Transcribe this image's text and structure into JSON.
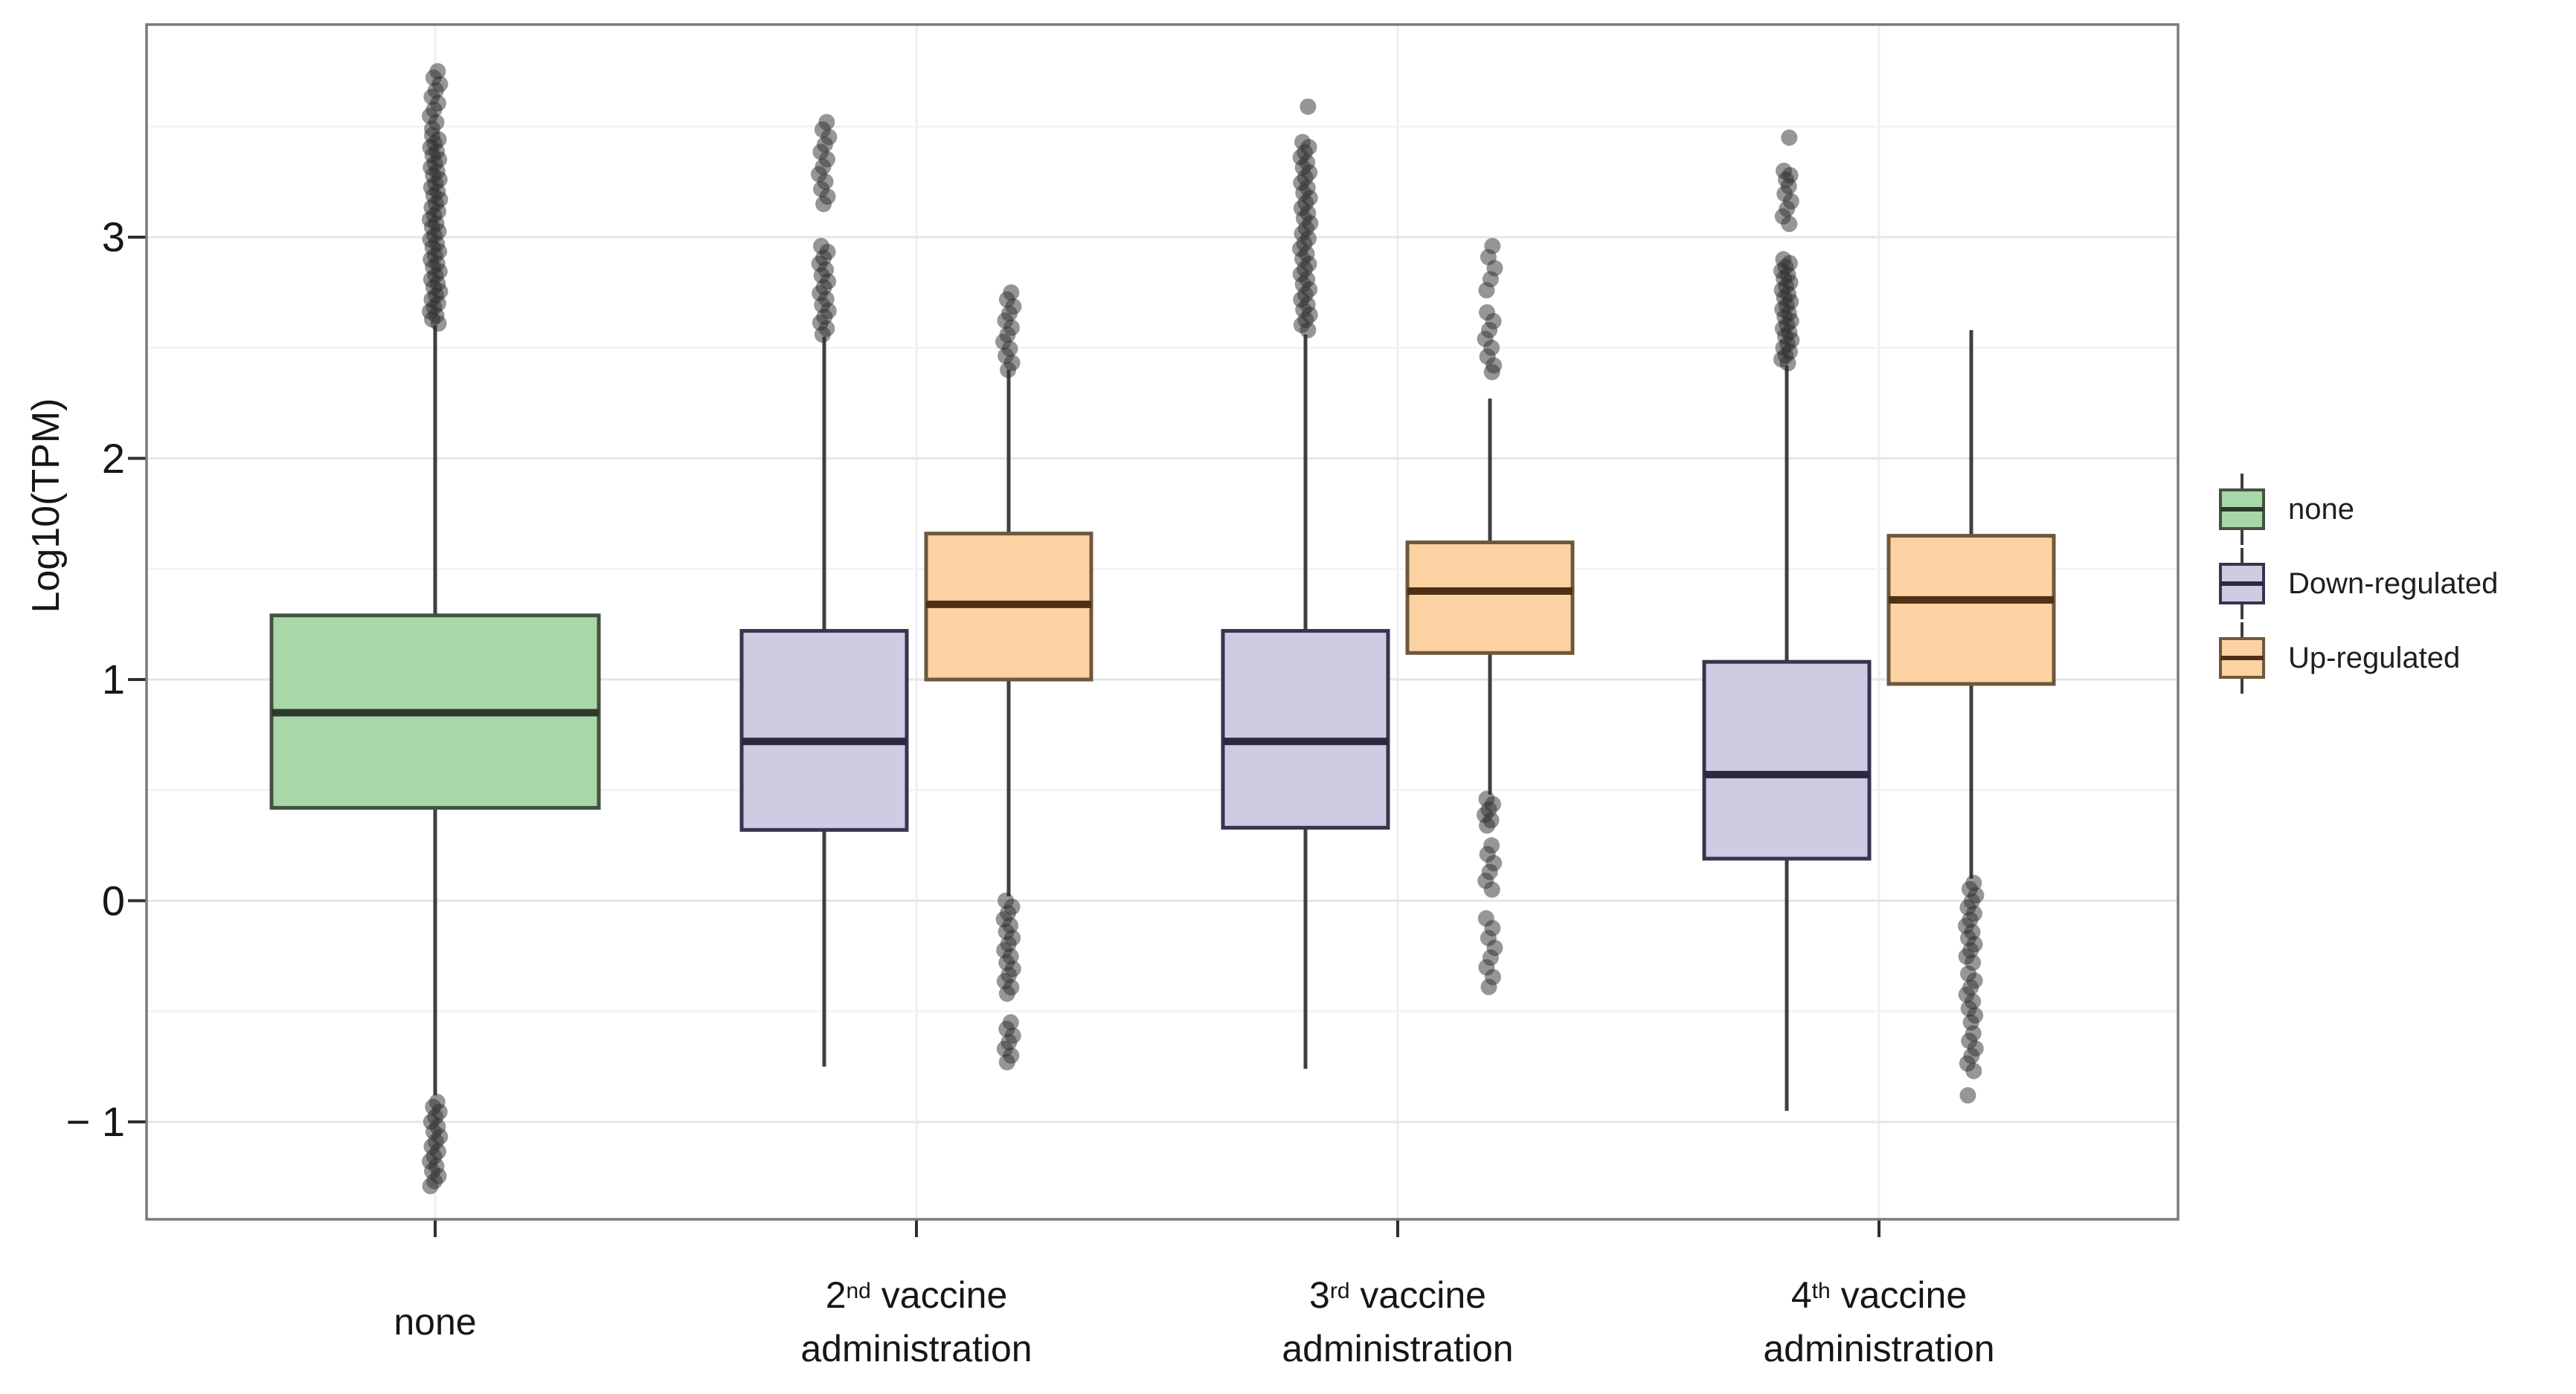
{
  "figure": {
    "background": "#ffffff"
  },
  "y_axis": {
    "title": "Log10(TPM)",
    "tick_values": [
      3,
      2,
      1,
      0,
      -1
    ],
    "tick_labels": [
      "3",
      "2",
      "1",
      "0",
      "− 1"
    ]
  },
  "x_axis": {
    "categories": [
      {
        "key": "none",
        "prefix": "none",
        "sup": "",
        "rest": "",
        "line2": ""
      },
      {
        "key": "second",
        "prefix": "2",
        "sup": "nd",
        "rest": " vaccine",
        "line2": "administration"
      },
      {
        "key": "third",
        "prefix": "3",
        "sup": "rd",
        "rest": " vaccine",
        "line2": "administration"
      },
      {
        "key": "fourth",
        "prefix": "4",
        "sup": "th",
        "rest": " vaccine",
        "line2": "administration"
      }
    ]
  },
  "legend": {
    "position": "right",
    "items": [
      "none",
      "Down-regulated",
      "Up-regulated"
    ]
  },
  "chart_data": {
    "type": "boxplot",
    "title": "",
    "xlabel": "",
    "ylabel": "Log10(TPM)",
    "ylim": [
      -1.44,
      3.96
    ],
    "yticks": [
      3,
      2,
      1,
      0,
      -1
    ],
    "minor_grid_step": 0.5,
    "grid": true,
    "legend_position": "right",
    "categories": [
      "none",
      "2nd vaccine administration",
      "3rd vaccine administration",
      "4th vaccine administration"
    ],
    "series": [
      {
        "name": "none",
        "fill": "#a8d8a8",
        "stroke": "#44523f",
        "median_stroke": "#2c3a2c"
      },
      {
        "name": "Down-regulated",
        "fill": "#d0cae2",
        "stroke": "#39334f",
        "median_stroke": "#2d2840"
      },
      {
        "name": "Up-regulated",
        "fill": "#fcd2a3",
        "stroke": "#6e583d",
        "median_stroke": "#4f3014"
      }
    ],
    "whisker_color": "#3f3f3f",
    "outlier_color": "#2d2d2d",
    "boxes": [
      {
        "category": 0,
        "series": "none",
        "whisker_low": -0.88,
        "q1": 0.42,
        "median": 0.85,
        "q3": 1.29,
        "whisker_high": 2.6,
        "outliers_above": [
          [
            3.75,
            3.49,
            10
          ],
          [
            3.46,
            2.61,
            48
          ]
        ],
        "outliers_below": [
          [
            -0.91,
            -1.29,
            18
          ]
        ]
      },
      {
        "category": 1,
        "series": "Down-regulated",
        "whisker_low": -0.75,
        "q1": 0.32,
        "median": 0.72,
        "q3": 1.22,
        "whisker_high": 2.55,
        "outliers_above": [
          [
            3.52,
            3.15,
            12
          ],
          [
            2.96,
            2.56,
            16
          ]
        ],
        "outliers_below": []
      },
      {
        "category": 1,
        "series": "Up-regulated",
        "whisker_low": 0.02,
        "q1": 1.0,
        "median": 1.34,
        "q3": 1.66,
        "whisker_high": 2.4,
        "outliers_above": [
          [
            2.75,
            2.4,
            12
          ]
        ],
        "outliers_below": [
          [
            0.0,
            -0.42,
            16
          ],
          [
            -0.55,
            -0.73,
            7
          ]
        ]
      },
      {
        "category": 2,
        "series": "Down-regulated",
        "whisker_low": -0.76,
        "q1": 0.33,
        "median": 0.72,
        "q3": 1.22,
        "whisker_high": 2.56,
        "outliers_above": [
          [
            3.59,
            3.59,
            1
          ],
          [
            3.43,
            2.58,
            38
          ]
        ],
        "outliers_below": []
      },
      {
        "category": 2,
        "series": "Up-regulated",
        "whisker_low": 0.48,
        "q1": 1.12,
        "median": 1.4,
        "q3": 1.62,
        "whisker_high": 2.27,
        "outliers_above": [
          [
            2.96,
            2.76,
            5
          ],
          [
            2.66,
            2.42,
            7
          ],
          [
            2.39,
            2.39,
            1
          ]
        ],
        "outliers_below": [
          [
            0.46,
            0.34,
            6
          ],
          [
            0.25,
            0.05,
            6
          ],
          [
            -0.08,
            -0.39,
            8
          ]
        ]
      },
      {
        "category": 3,
        "series": "Down-regulated",
        "whisker_low": -0.95,
        "q1": 0.19,
        "median": 0.57,
        "q3": 1.08,
        "whisker_high": 2.42,
        "outliers_above": [
          [
            3.45,
            3.45,
            1
          ],
          [
            3.3,
            3.26,
            3
          ],
          [
            3.23,
            3.06,
            6
          ],
          [
            2.9,
            2.43,
            28
          ]
        ],
        "outliers_below": []
      },
      {
        "category": 3,
        "series": "Up-regulated",
        "whisker_low": 0.1,
        "q1": 0.98,
        "median": 1.36,
        "q3": 1.65,
        "whisker_high": 2.58,
        "outliers_above": [],
        "outliers_below": [
          [
            0.08,
            -0.28,
            14
          ],
          [
            -0.33,
            -0.55,
            8
          ],
          [
            -0.6,
            -0.77,
            6
          ],
          [
            -0.88,
            -0.88,
            1
          ]
        ]
      }
    ]
  }
}
